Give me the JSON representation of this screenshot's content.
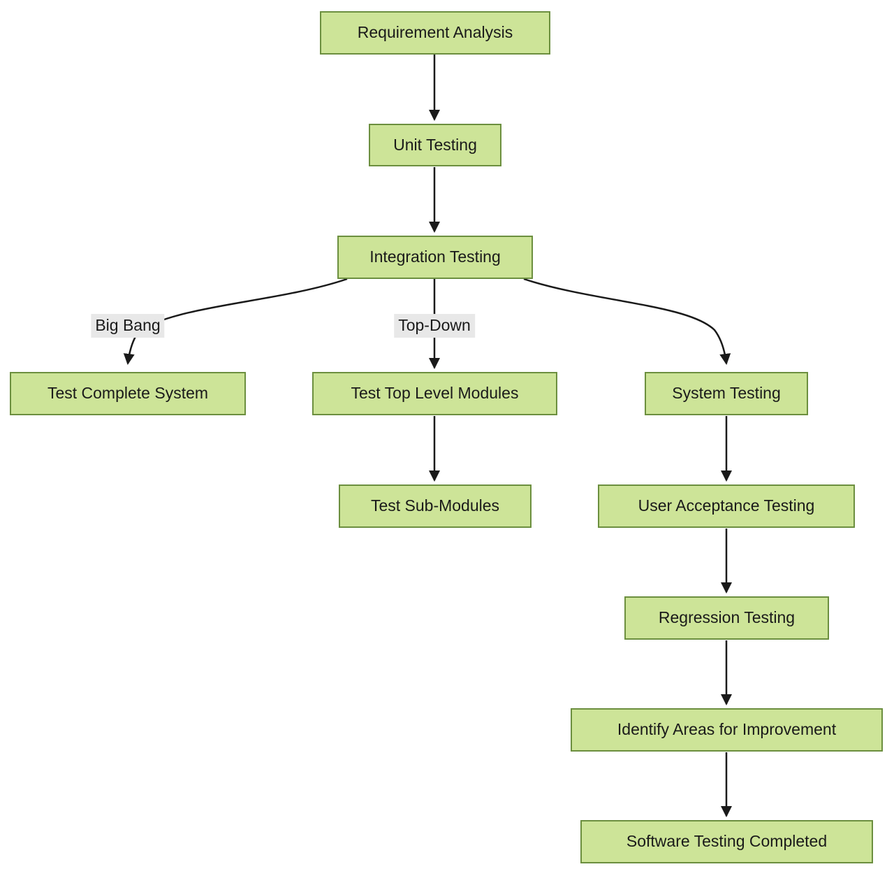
{
  "diagram": {
    "type": "flowchart",
    "direction": "top-down",
    "nodes": [
      {
        "id": "requirement-analysis",
        "label": "Requirement Analysis"
      },
      {
        "id": "unit-testing",
        "label": "Unit Testing"
      },
      {
        "id": "integration-testing",
        "label": "Integration Testing"
      },
      {
        "id": "test-complete-system",
        "label": "Test Complete System"
      },
      {
        "id": "test-top-level-modules",
        "label": "Test Top Level Modules"
      },
      {
        "id": "system-testing",
        "label": "System Testing"
      },
      {
        "id": "test-sub-modules",
        "label": "Test Sub-Modules"
      },
      {
        "id": "user-acceptance-testing",
        "label": "User Acceptance Testing"
      },
      {
        "id": "regression-testing",
        "label": "Regression Testing"
      },
      {
        "id": "identify-areas-for-improvement",
        "label": "Identify Areas for Improvement"
      },
      {
        "id": "software-testing-completed",
        "label": "Software Testing Completed"
      }
    ],
    "edges": [
      {
        "from": "requirement-analysis",
        "to": "unit-testing",
        "label": ""
      },
      {
        "from": "unit-testing",
        "to": "integration-testing",
        "label": ""
      },
      {
        "from": "integration-testing",
        "to": "test-complete-system",
        "label": "Big Bang"
      },
      {
        "from": "integration-testing",
        "to": "test-top-level-modules",
        "label": "Top-Down"
      },
      {
        "from": "integration-testing",
        "to": "system-testing",
        "label": ""
      },
      {
        "from": "test-top-level-modules",
        "to": "test-sub-modules",
        "label": ""
      },
      {
        "from": "system-testing",
        "to": "user-acceptance-testing",
        "label": ""
      },
      {
        "from": "user-acceptance-testing",
        "to": "regression-testing",
        "label": ""
      },
      {
        "from": "regression-testing",
        "to": "identify-areas-for-improvement",
        "label": ""
      },
      {
        "from": "identify-areas-for-improvement",
        "to": "software-testing-completed",
        "label": ""
      }
    ]
  },
  "colors": {
    "canvas-bg": "#ffffff",
    "node-fill": "#cde498",
    "node-border": "#6c8f3f",
    "node-text": "#1a1a1a",
    "edge-color": "#1a1a1a",
    "edge-label-bg": "#e8e8e8"
  }
}
